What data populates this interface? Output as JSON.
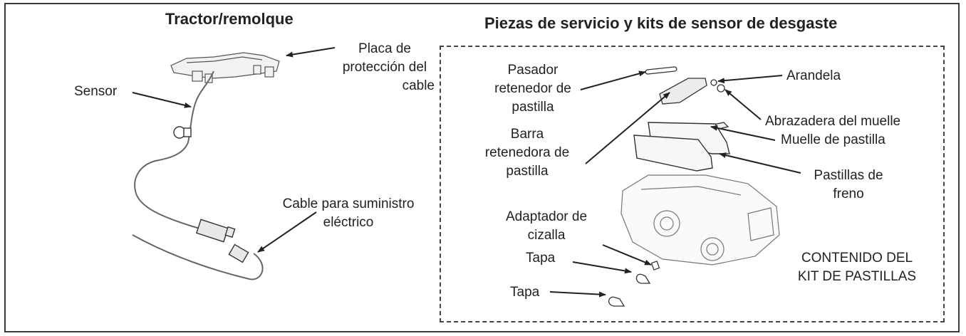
{
  "left_panel": {
    "title": "Tractor/remolque",
    "labels": {
      "placa_l1": "Placa de",
      "placa_l2": "protección del",
      "placa_l3": "cable",
      "sensor": "Sensor",
      "cable_l1": "Cable para suministro",
      "cable_l2": "eléctrico"
    }
  },
  "right_panel": {
    "title": "Piezas de servicio y kits de sensor de desgaste",
    "labels": {
      "pasador_l1": "Pasador",
      "pasador_l2": "retenedor de",
      "pasador_l3": "pastilla",
      "barra_l1": "Barra",
      "barra_l2": "retenedora de",
      "barra_l3": "pastilla",
      "arandela": "Arandela",
      "abrazadera": "Abrazadera del muelle",
      "muelle": "Muelle de pastilla",
      "pastillas_l1": "Pastillas de",
      "pastillas_l2": "freno",
      "adaptador_l1": "Adaptador de",
      "adaptador_l2": "cizalla",
      "tapa1": "Tapa",
      "tapa2": "Tapa",
      "kit_l1": "CONTENIDO DEL",
      "kit_l2": "KIT DE PASTILLAS"
    }
  }
}
